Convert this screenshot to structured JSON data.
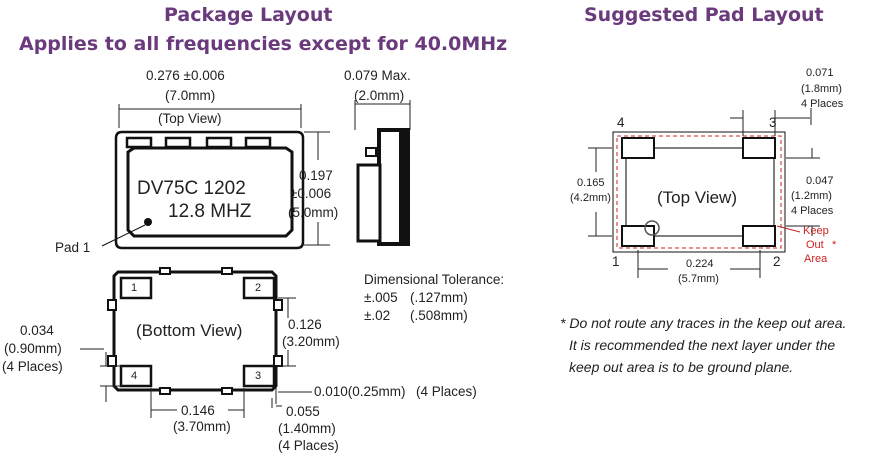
{
  "titles": {
    "package": "Package Layout",
    "package_sub": "Applies to all frequencies except for 40.0MHz",
    "pad": "Suggested Pad Layout"
  },
  "package": {
    "width_in": "0.276 ±0.006",
    "width_mm": "(7.0mm)",
    "height_max_in": "0.079 Max.",
    "height_max_mm": "(2.0mm)",
    "top_view": "(Top View)",
    "marking_line1": "DV75C 1202",
    "marking_line2": "12.8 MHZ",
    "len_in": "0.197",
    "len_tol": "±0.006",
    "len_mm": "(5.0mm)",
    "pad1": "Pad 1",
    "bottom_view": "(Bottom View)",
    "pads": [
      "1",
      "2",
      "3",
      "4"
    ],
    "tol_title": "Dimensional Tolerance:",
    "tol1_in": "±.005",
    "tol1_mm": "(.127mm)",
    "tol2_in": "±.02",
    "tol2_mm": "(.508mm)",
    "pad_h_in": "0.034",
    "pad_h_mm": "(0.90mm)",
    "pad_h_places": "(4 Places)",
    "b_126_in": "0.126",
    "b_126_mm": "(3.20mm)",
    "b_146_in": "0.146",
    "b_146_mm": "(3.70mm)",
    "b_010": "0.010(0.25mm)",
    "b_010_places": "(4 Places)",
    "b_055_in": "0.055",
    "b_055_mm": "(1.40mm)",
    "b_055_places": "(4 Places)"
  },
  "pad_layout": {
    "w071_in": "0.071",
    "w071_mm": "(1.8mm)",
    "w071_places": "4 Places",
    "h165_in": "0.165",
    "h165_mm": "(4.2mm)",
    "top_view": "(Top View)",
    "h047_in": "0.047",
    "h047_mm": "(1.2mm)",
    "h047_places": "4 Places",
    "keep1": "Keep",
    "keep2": "Out",
    "keep_star": "*",
    "keep3": "Area",
    "w224_in": "0.224",
    "w224_mm": "(5.7mm)",
    "pins": [
      "1",
      "2",
      "3",
      "4"
    ],
    "accent": "#cc2222"
  },
  "notes": [
    "* Do not route any traces in the keep out area.",
    "It is recommended the next layer under the",
    "keep out area is to be ground plane."
  ]
}
